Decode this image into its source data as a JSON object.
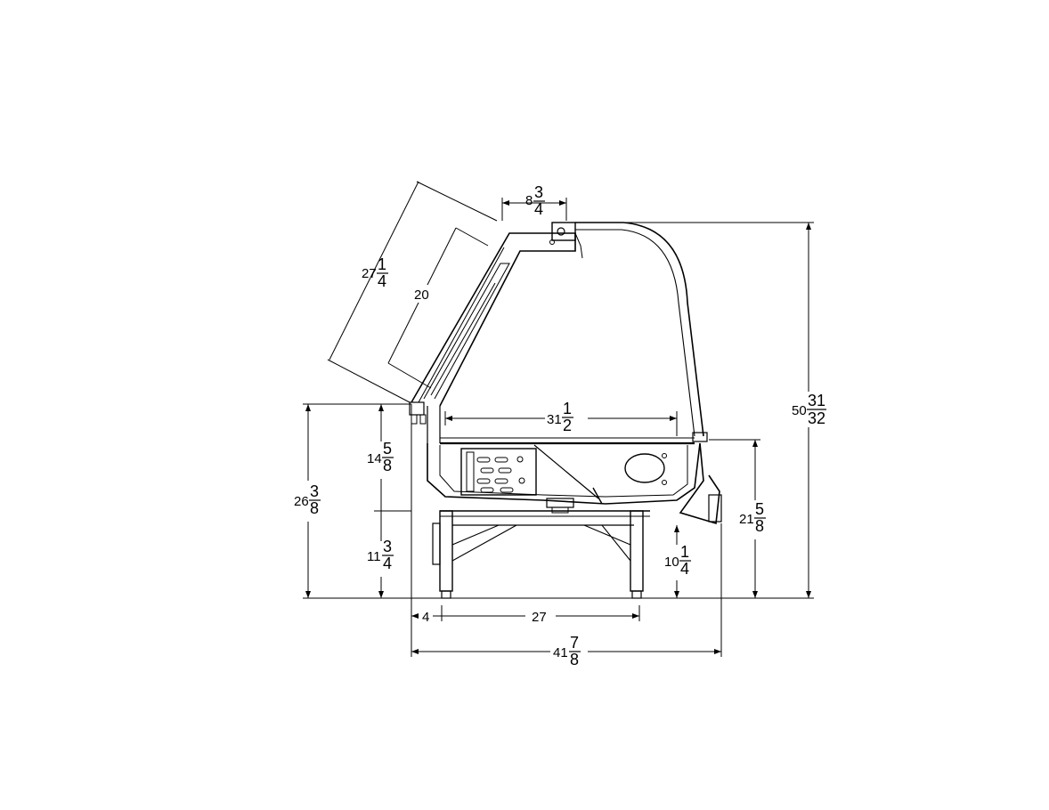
{
  "diagram": {
    "type": "side-elevation dimension drawing",
    "dimensions": {
      "glass_length": {
        "whole": "27",
        "num": "1",
        "den": "4"
      },
      "glass_inner": {
        "whole": "20",
        "num": "",
        "den": ""
      },
      "top_width": {
        "whole": "8",
        "num": "3",
        "den": "4"
      },
      "overall_height": {
        "whole": "50",
        "num": "31",
        "den": "32"
      },
      "deck_depth": {
        "whole": "31",
        "num": "1",
        "den": "2"
      },
      "case_height": {
        "whole": "14",
        "num": "5",
        "den": "8"
      },
      "front_height": {
        "whole": "26",
        "num": "3",
        "den": "8"
      },
      "base_height": {
        "whole": "11",
        "num": "3",
        "den": "4"
      },
      "rear_height": {
        "whole": "21",
        "num": "5",
        "den": "8"
      },
      "leg_height": {
        "whole": "10",
        "num": "1",
        "den": "4"
      },
      "leg_offset": {
        "whole": "4",
        "num": "",
        "den": ""
      },
      "leg_spacing": {
        "whole": "27",
        "num": "",
        "den": ""
      },
      "overall_depth": {
        "whole": "41",
        "num": "7",
        "den": "8"
      }
    }
  }
}
